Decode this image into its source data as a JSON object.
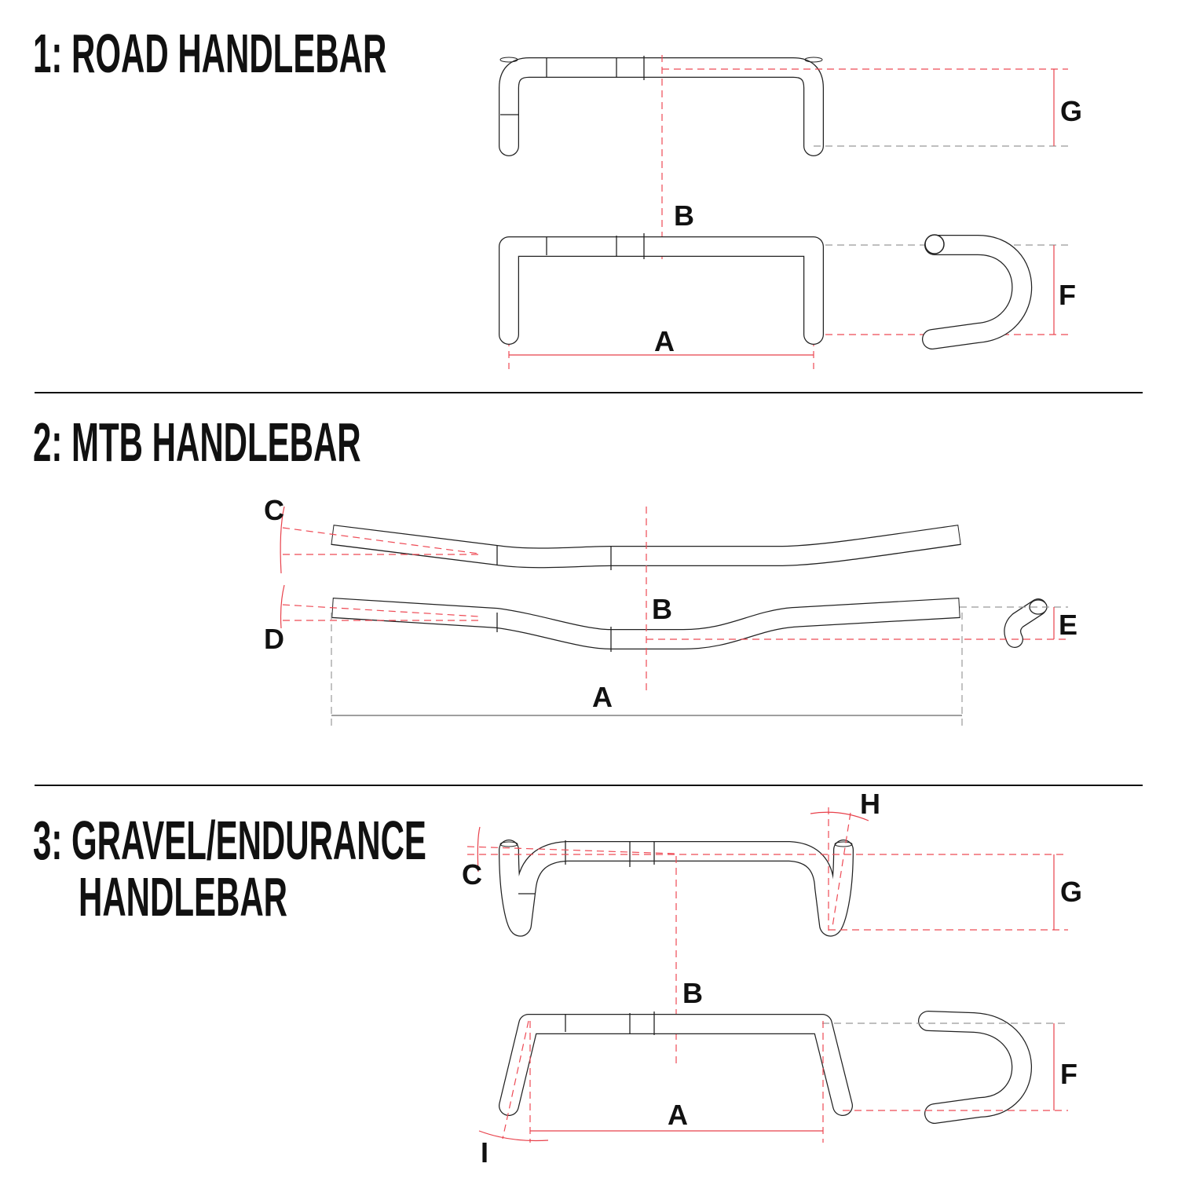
{
  "sections": [
    {
      "title_lines": [
        "1: ROAD HANDLEBAR"
      ],
      "labels": {
        "G": "G",
        "B": "B",
        "F": "F",
        "A": "A"
      }
    },
    {
      "title_lines": [
        "2: MTB HANDLEBAR"
      ],
      "labels": {
        "C": "C",
        "D": "D",
        "B": "B",
        "E": "E",
        "A": "A"
      }
    },
    {
      "title_lines": [
        "3: GRAVEL/ENDURANCE",
        "HANDLEBAR"
      ],
      "labels": {
        "H": "H",
        "C": "C",
        "G": "G",
        "B": "B",
        "F": "F",
        "A": "A",
        "I": "I"
      }
    }
  ],
  "colors": {
    "line": "#222222",
    "dimension": "#e8414b"
  }
}
